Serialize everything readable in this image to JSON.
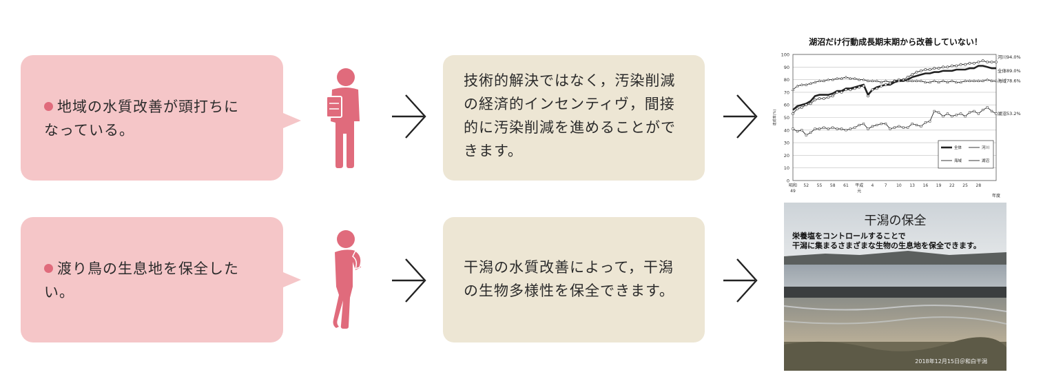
{
  "rows": [
    {
      "need_line1": "地域の水質改善が頭打ちに",
      "need_line2": "なっている。",
      "solution_lines": [
        "技術的解決ではなく，汚染削減",
        "の経済的インセンティヴ，間接",
        "的に汚染削減を進めることがで",
        "きます。"
      ]
    },
    {
      "need_line1": "渡り鳥の生息地を保全した",
      "need_line2": "い。",
      "solution_lines": [
        "干潟の水質改善によって，干潟",
        "の生物多様性を保全できます。"
      ]
    }
  ],
  "photo": {
    "title": "干潟の保全",
    "line1": "栄養塩をコントロールすることで",
    "line2": "干潟に集まるさまざまな生物の生息地を保全できます。",
    "date": "2018年12月15日＠和白干潟"
  },
  "colors": {
    "bubble": "#f5c6c8",
    "bullet": "#e06b7c",
    "figure": "#e06b7c",
    "box": "#ede6d4",
    "arrow": "#222222"
  },
  "icons": [
    "speech-bubble-tail",
    "person-holding-paper-icon",
    "person-thinking-icon",
    "chevron-right-arrow-icon"
  ],
  "chart_data": {
    "type": "line",
    "title": "湖沼だけ行動成長期末期から改善していない！",
    "ylabel": "達成率(%)",
    "xlabel": "年度",
    "ylim": [
      0,
      100
    ],
    "yticks": [
      0,
      10,
      20,
      30,
      40,
      50,
      60,
      70,
      80,
      90,
      100
    ],
    "x": [
      49,
      50,
      51,
      52,
      53,
      54,
      55,
      56,
      57,
      58,
      59,
      60,
      61,
      62,
      63,
      64,
      65,
      66,
      67,
      68,
      69,
      70,
      71,
      72,
      73,
      74,
      75,
      76,
      77,
      78,
      79,
      80,
      81,
      82,
      83,
      84,
      85,
      86,
      87,
      88,
      89,
      90,
      91,
      92,
      93,
      94,
      95
    ],
    "xtick_labels": [
      {
        "x": 49,
        "label": "昭和",
        "sub": "49"
      },
      {
        "x": 52,
        "label": "52"
      },
      {
        "x": 55,
        "label": "55"
      },
      {
        "x": 58,
        "label": "58"
      },
      {
        "x": 61,
        "label": "61"
      },
      {
        "x": 64,
        "label": "平成",
        "sub": "元"
      },
      {
        "x": 67,
        "label": "4"
      },
      {
        "x": 70,
        "label": "7"
      },
      {
        "x": 73,
        "label": "10"
      },
      {
        "x": 76,
        "label": "13"
      },
      {
        "x": 79,
        "label": "16"
      },
      {
        "x": 82,
        "label": "19"
      },
      {
        "x": 85,
        "label": "22"
      },
      {
        "x": 88,
        "label": "25"
      },
      {
        "x": 91,
        "label": "28"
      }
    ],
    "series": [
      {
        "name": "全体",
        "end_label": "全体89.0%",
        "values": [
          56,
          59,
          60,
          61,
          63,
          67,
          68,
          68,
          68,
          69,
          71,
          71,
          73,
          73,
          74,
          75,
          76,
          68,
          72,
          74,
          75,
          76,
          76,
          78,
          79,
          79,
          80,
          82,
          83,
          84,
          85,
          85,
          86,
          86,
          87,
          87,
          87,
          88,
          88,
          88,
          89,
          89,
          91,
          91,
          90,
          89,
          89
        ]
      },
      {
        "name": "河川",
        "end_label": "河川94.0%",
        "values": [
          53,
          57,
          58,
          60,
          61,
          64,
          65,
          65,
          66,
          67,
          70,
          70,
          72,
          72,
          73,
          74,
          75,
          67,
          72,
          73,
          75,
          76,
          77,
          79,
          80,
          80,
          82,
          84,
          86,
          87,
          88,
          88,
          89,
          89,
          90,
          90,
          91,
          91,
          92,
          92,
          93,
          93,
          94,
          95,
          94,
          94,
          94
        ]
      },
      {
        "name": "海域",
        "end_label": "海域78.6%",
        "values": [
          72,
          75,
          76,
          76,
          77,
          78,
          79,
          79,
          80,
          80,
          81,
          81,
          82,
          81,
          81,
          80,
          80,
          79,
          79,
          79,
          78,
          79,
          78,
          79,
          79,
          80,
          79,
          79,
          79,
          79,
          78,
          78,
          79,
          78,
          79,
          78,
          79,
          78,
          78,
          79,
          79,
          79,
          79,
          79,
          80,
          79,
          79
        ]
      },
      {
        "name": "湖沼",
        "end_label": "湖沼53.2%",
        "values": [
          41,
          39,
          40,
          36,
          38,
          41,
          41,
          42,
          41,
          42,
          41,
          41,
          40,
          41,
          42,
          44,
          45,
          41,
          43,
          44,
          45,
          45,
          41,
          42,
          43,
          42,
          42,
          45,
          44,
          43,
          46,
          47,
          55,
          54,
          51,
          53,
          51,
          52,
          53,
          51,
          54,
          55,
          53,
          56,
          58,
          55,
          53
        ]
      }
    ],
    "legend": {
      "placement": "bottom-right"
    },
    "grid": true
  }
}
